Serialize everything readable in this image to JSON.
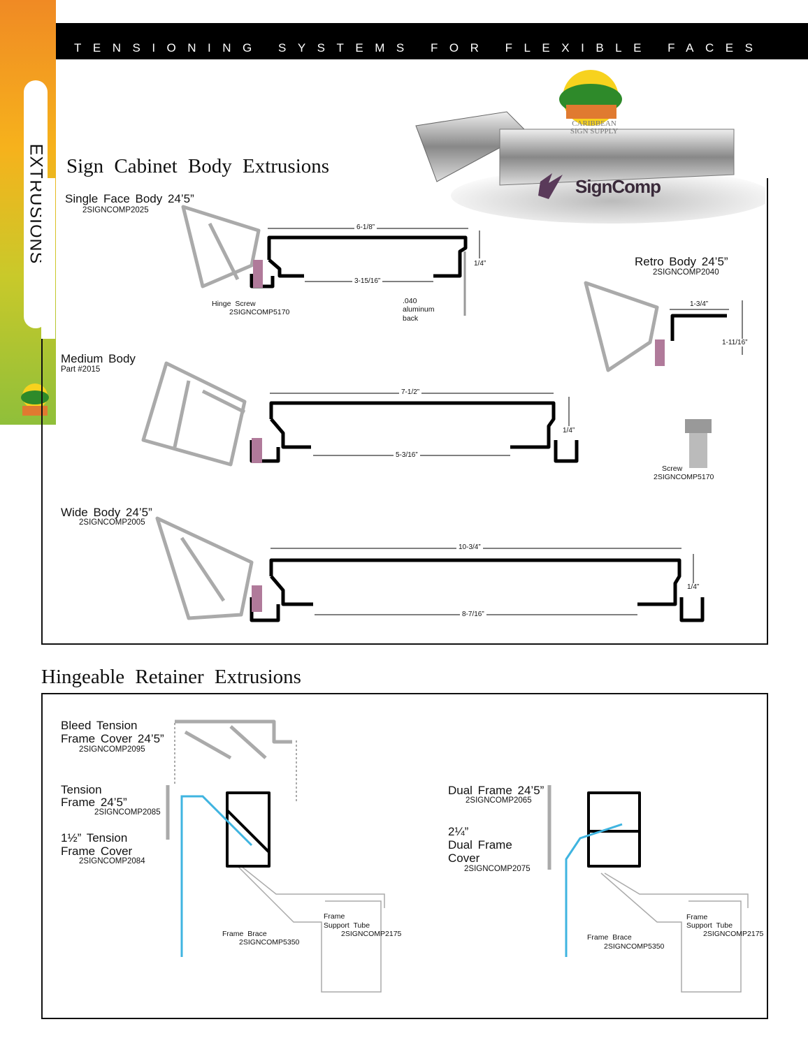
{
  "side_tab": {
    "label": "EXTRUSIONS"
  },
  "header": {
    "title": "TENSIONING SYSTEMS FOR FLEXIBLE FACES"
  },
  "logos": {
    "caribbean": "CARIBBEAN SIGN SUPPLY",
    "signcomp": "SignComp"
  },
  "colors": {
    "accent_orange": "#f08a24",
    "accent_green": "#8fbf3a",
    "fabric_blue": "#3fb4e0",
    "header_bg": "#000000"
  },
  "cabinet": {
    "title": "Sign Cabinet Body Extrusions",
    "single": {
      "name": "Single Face Body 24’5”",
      "part": "2SIGNCOMP2025",
      "width": "6-1/8”",
      "inner": "3-15/16”",
      "lip": "1/4”",
      "hinge_label": "Hinge Screw",
      "hinge_part": "2SIGNCOMP5170",
      "back1": ".040",
      "back2": "aluminum",
      "back3": "back"
    },
    "retro": {
      "name": "Retro Body 24’5”",
      "part": "2SIGNCOMP2040",
      "width": "1-3/4”",
      "height": "1-11/16”"
    },
    "medium": {
      "name": "Medium Body",
      "part": "Part #2015",
      "width": "7-1/2”",
      "inner": "5-3/16”",
      "lip": "1/4”"
    },
    "screw": {
      "name": "Screw",
      "part": "2SIGNCOMP5170"
    },
    "wide": {
      "name": "Wide Body 24’5”",
      "part": "2SIGNCOMP2005",
      "width": "10-3/4”",
      "inner": "8-7/16”",
      "lip": "1/4”"
    }
  },
  "retainer": {
    "title": "Hingeable Retainer Extrusions",
    "bleed": {
      "line1": "Bleed Tension",
      "line2": "Frame Cover 24’5”",
      "part": "2SIGNCOMP2095"
    },
    "tension": {
      "line1": "Tension",
      "line2": "Frame 24’5”",
      "part": "2SIGNCOMP2085"
    },
    "cover": {
      "line1": "1½” Tension",
      "line2": "Frame Cover",
      "part": "2SIGNCOMP2084"
    },
    "dual": {
      "name": "Dual Frame 24’5”",
      "part": "2SIGNCOMP2065"
    },
    "dual_cover": {
      "line1": "2¼”",
      "line2": "Dual Frame",
      "line3": "Cover",
      "part": "2SIGNCOMP2075"
    },
    "brace": {
      "label": "Frame Brace",
      "part": "2SIGNCOMP5350"
    },
    "tube": {
      "line1": "Frame",
      "line2": "Support Tube",
      "part": "2SIGNCOMP2175"
    }
  }
}
